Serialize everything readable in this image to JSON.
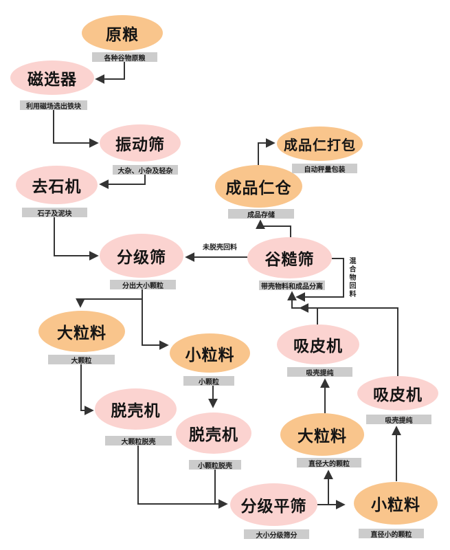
{
  "colors": {
    "orange": "#F9C58C",
    "pink": "#FBD3D0",
    "label_bg": "#CCCCCC",
    "line": "#333333",
    "text": "#141414"
  },
  "nodes": [
    {
      "id": "raw-grain",
      "label": "原粮",
      "desc": "各种谷物原粮",
      "color": "orange"
    },
    {
      "id": "magnetic-separator",
      "label": "磁选器",
      "desc": "利用磁场选出铁块",
      "color": "pink"
    },
    {
      "id": "vibrating-screen",
      "label": "振动筛",
      "desc": "大杂、小杂及轻杂",
      "color": "pink"
    },
    {
      "id": "destoner",
      "label": "去石机",
      "desc": "石子及泥块",
      "color": "pink"
    },
    {
      "id": "grading-screen",
      "label": "分级筛",
      "desc": "分出大小颗粒",
      "color": "pink"
    },
    {
      "id": "large-particles-1",
      "label": "大粒料",
      "desc": "大颗粒",
      "color": "orange"
    },
    {
      "id": "small-particles-1",
      "label": "小粒料",
      "desc": "小颗粒",
      "color": "orange"
    },
    {
      "id": "dehuller-1",
      "label": "脱壳机",
      "desc": "大颗粒脱壳",
      "color": "pink"
    },
    {
      "id": "dehuller-2",
      "label": "脱壳机",
      "desc": "小颗粒脱壳",
      "color": "pink"
    },
    {
      "id": "grading-flat-screen",
      "label": "分级平筛",
      "desc": "大小分级筛分",
      "color": "pink"
    },
    {
      "id": "paddy-separator",
      "label": "谷糙筛",
      "desc": "带壳物料和成品分离",
      "color": "pink"
    },
    {
      "id": "finished-kernel-bin",
      "label": "成品仁仓",
      "desc": "成品存储",
      "color": "orange"
    },
    {
      "id": "finished-kernel-packing",
      "label": "成品仁打包",
      "desc": "自动秤量包装",
      "color": "orange"
    },
    {
      "id": "husk-aspirator-1",
      "label": "吸皮机",
      "desc": "吸壳提纯",
      "color": "pink"
    },
    {
      "id": "husk-aspirator-2",
      "label": "吸皮机",
      "desc": "吸壳提纯",
      "color": "pink"
    },
    {
      "id": "large-particles-2",
      "label": "大粒料",
      "desc": "直径大的颗粒",
      "color": "orange"
    },
    {
      "id": "small-particles-2",
      "label": "小粒料",
      "desc": "直径小的颗粒",
      "color": "orange"
    }
  ],
  "edge_labels": [
    {
      "id": "unshelled-return",
      "text": "未脱壳回料"
    },
    {
      "id": "mixture-return",
      "text": "混合物回料"
    }
  ]
}
